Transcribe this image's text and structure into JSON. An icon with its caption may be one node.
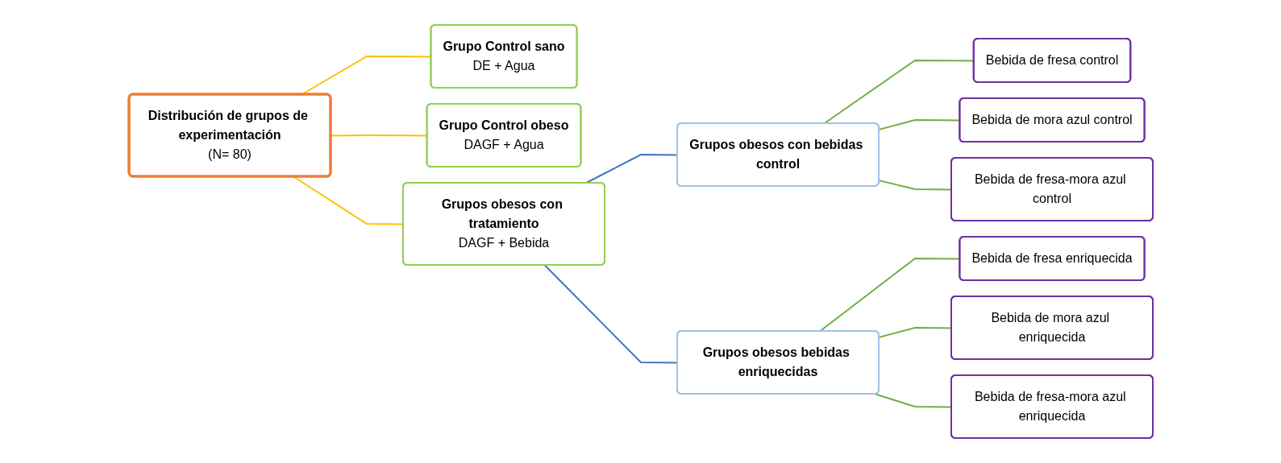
{
  "diagram": {
    "nodes": [
      {
        "text": [
          "Distribución de grupos de experimentación",
          "(N= 80)"
        ]
      },
      {
        "text": [
          "Grupo Control sano",
          "DE + Agua"
        ]
      },
      {
        "text": [
          "Grupo Control obeso",
          "DAGF + Agua"
        ]
      },
      {
        "text": [
          "Grupos obesos con tratamiento",
          "DAGF + Bebida"
        ]
      },
      {
        "text": [
          "Grupos obesos con bebidas control"
        ]
      },
      {
        "text": [
          "Grupos obesos bebidas enriquecidas"
        ]
      },
      {
        "text": [
          "Bebida de fresa control"
        ]
      },
      {
        "text": [
          "Bebida de mora azul control"
        ]
      },
      {
        "text": [
          "Bebida de fresa-mora azul control"
        ]
      },
      {
        "text": [
          "Bebida de fresa enriquecida"
        ]
      },
      {
        "text": [
          "Bebida de mora azul enriquecida"
        ]
      },
      {
        "text": [
          "Bebida de fresa-mora azul enriquecida"
        ]
      }
    ],
    "edges": [
      {
        "from": 0,
        "to": 1,
        "arrow": "none",
        "color": "#ffc000"
      },
      {
        "from": 0,
        "to": 2,
        "arrow": "none",
        "color": "#ffc000"
      },
      {
        "from": 0,
        "to": 3,
        "arrow": "none",
        "color": "#ffc000"
      },
      {
        "from": 3,
        "to": 4,
        "arrow": "none",
        "color": "#4472c4"
      },
      {
        "from": 3,
        "to": 5,
        "arrow": "none",
        "color": "#4472c4"
      },
      {
        "from": 4,
        "to": 6,
        "arrow": "none"
      },
      {
        "from": 4,
        "to": 7,
        "arrow": "none"
      },
      {
        "from": 4,
        "to": 8,
        "arrow": "none"
      },
      {
        "from": 5,
        "to": 9,
        "arrow": "none"
      },
      {
        "from": 5,
        "to": 10,
        "arrow": "none"
      },
      {
        "from": 5,
        "to": 11,
        "arrow": "none"
      }
    ]
  }
}
